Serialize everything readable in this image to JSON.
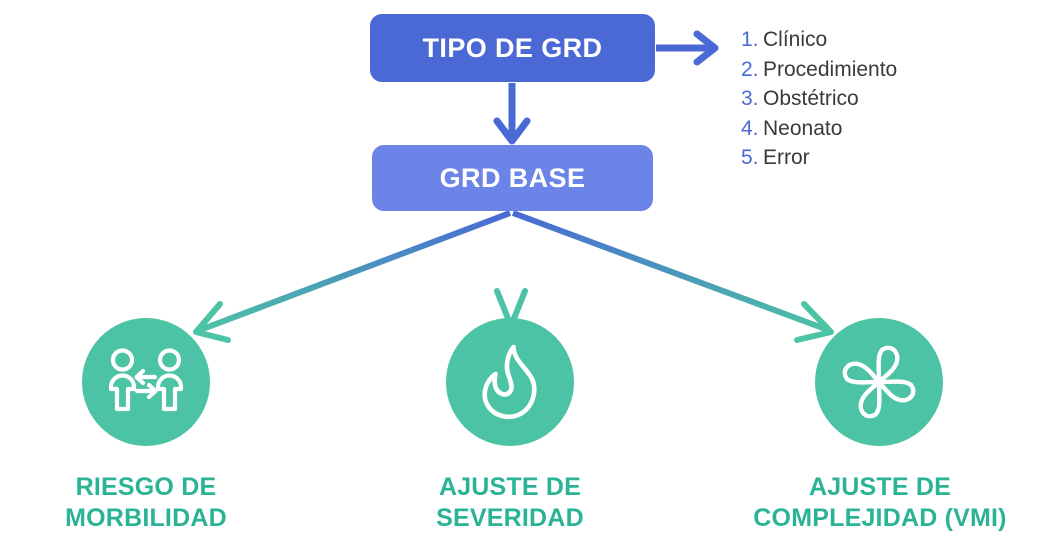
{
  "diagram": {
    "nodes": {
      "tipo_grd": {
        "label": "TIPO DE GRD",
        "color": "#4a69d4"
      },
      "grd_base": {
        "label": "GRD BASE",
        "color": "#6c83e8"
      }
    },
    "tipo_list": {
      "items": [
        {
          "num": "1.",
          "label": "Clínico"
        },
        {
          "num": "2.",
          "label": "Procedimiento"
        },
        {
          "num": "3.",
          "label": "Obstétrico"
        },
        {
          "num": "4.",
          "label": "Neonato"
        },
        {
          "num": "5.",
          "label": "Error"
        }
      ],
      "number_color": "#4a6ad4",
      "text_color": "#3a3a3a"
    },
    "outcomes": [
      {
        "icon": "two-people-exchange-icon",
        "caption_line1": "RIESGO DE",
        "caption_line2": "MORBILIDAD",
        "circle_color": "#4cc3a4",
        "caption_color": "#2bb396"
      },
      {
        "icon": "flame-icon",
        "caption_line1": "AJUSTE DE",
        "caption_line2": "SEVERIDAD",
        "circle_color": "#4cc3a4",
        "caption_color": "#2bb396"
      },
      {
        "icon": "pinwheel-icon",
        "caption_line1": "AJUSTE DE",
        "caption_line2": "COMPLEJIDAD (VMI)",
        "circle_color": "#4cc3a4",
        "caption_color": "#2bb396"
      }
    ],
    "connectors": {
      "arrow_blue": "#4a69d4",
      "arrow_gradient_start": "#4a69d4",
      "arrow_gradient_end": "#4cc3a4"
    }
  }
}
